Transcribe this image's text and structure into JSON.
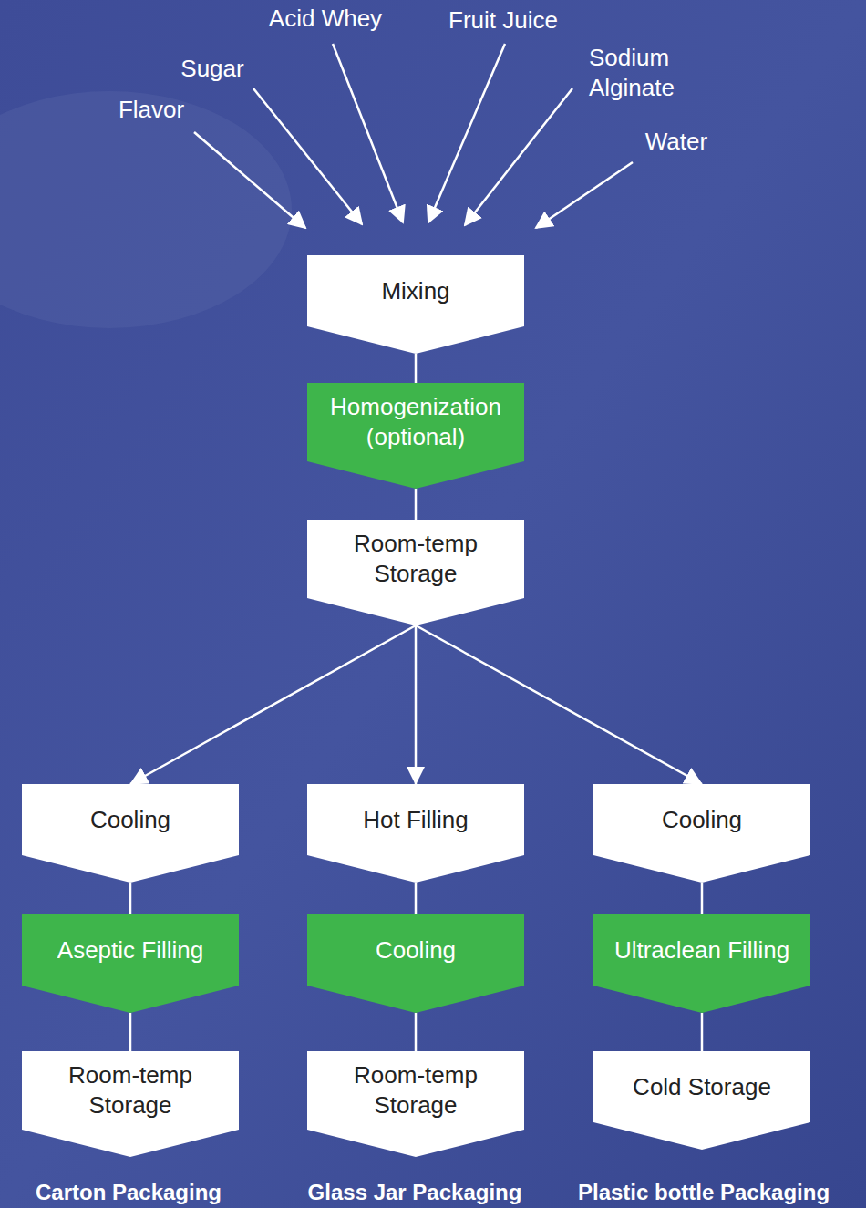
{
  "diagram": {
    "nodes": [
      {
        "text": [
          "Mixing"
        ]
      },
      {
        "text": [
          "Homogenization (optional)"
        ]
      },
      {
        "text": [
          "Room-temp Storage"
        ]
      },
      {
        "text": [
          "Cooling"
        ]
      },
      {
        "text": [
          "Aseptic Filling"
        ]
      },
      {
        "text": [
          "Room-temp Storage"
        ]
      },
      {
        "text": [
          "Hot Filling"
        ]
      },
      {
        "text": [
          "Cooling"
        ]
      },
      {
        "text": [
          "Room-temp Storage"
        ]
      },
      {
        "text": [
          "Cooling"
        ]
      },
      {
        "text": [
          "Ultraclean Filling"
        ]
      },
      {
        "text": [
          "Cold Storage"
        ]
      }
    ],
    "edges": [
      {
        "from": 0,
        "to": 1,
        "arrow": "none"
      },
      {
        "from": 1,
        "to": 2,
        "arrow": "none"
      },
      {
        "from": 2,
        "to": 3,
        "arrow": "to"
      },
      {
        "from": 2,
        "to": 6,
        "arrow": "to"
      },
      {
        "from": 2,
        "to": 9,
        "arrow": "to"
      },
      {
        "from": 3,
        "to": 4,
        "arrow": "none"
      },
      {
        "from": 4,
        "to": 5,
        "arrow": "none"
      },
      {
        "from": 6,
        "to": 7,
        "arrow": "none"
      },
      {
        "from": 7,
        "to": 8,
        "arrow": "none"
      },
      {
        "from": 9,
        "to": 10,
        "arrow": "none"
      },
      {
        "from": 10,
        "to": 11,
        "arrow": "none"
      }
    ],
    "labels": [
      "Flavor",
      "Sugar",
      "Acid Whey",
      "Fruit Juice",
      "Sodium Alginate",
      "Water",
      "Carton Packaging",
      "Glass Jar Packaging",
      "Plastic bottle Packaging"
    ]
  }
}
